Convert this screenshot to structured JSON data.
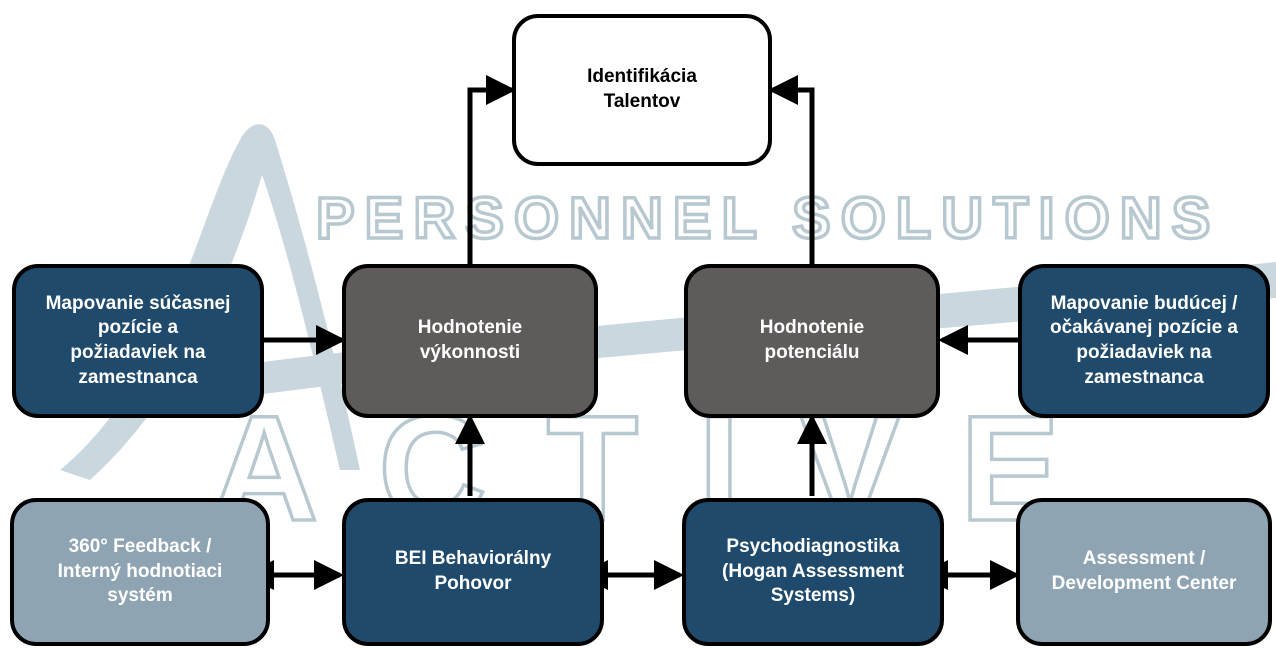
{
  "watermark": {
    "line1": "PERSONNEL SOLUTIONS",
    "line2": "ACTIVE",
    "color": "#9fb6c2"
  },
  "nodes": {
    "top": {
      "label": "Identifikácia\nTalentov"
    },
    "performance": {
      "label": "Hodnotenie\nvýkonnosti"
    },
    "potential": {
      "label": "Hodnotenie\npotenciálu"
    },
    "current_position": {
      "label": "Mapovanie súčasnej\npozície a\npožiadaviek na\nzamestnanca"
    },
    "future_position": {
      "label": "Mapovanie budúcej /\nočakávanej pozície a\npožiadaviek na\nzamestnanca"
    },
    "feedback_360": {
      "label": "360° Feedback /\nInterný hodnotiaci\nsystém"
    },
    "bei": {
      "label": "BEI Behaviorálny\nPohovor"
    },
    "psycho": {
      "label": "Psychodiagnostika\n(Hogan Assessment\nSystems)"
    },
    "assessment": {
      "label": "Assessment /\nDevelopment Center"
    }
  },
  "colors": {
    "navy": "#1f4a6b",
    "dark_gray": "#5f5b5a",
    "light_blue_gray": "#8fa4b3",
    "white": "#ffffff",
    "border": "#000000"
  }
}
